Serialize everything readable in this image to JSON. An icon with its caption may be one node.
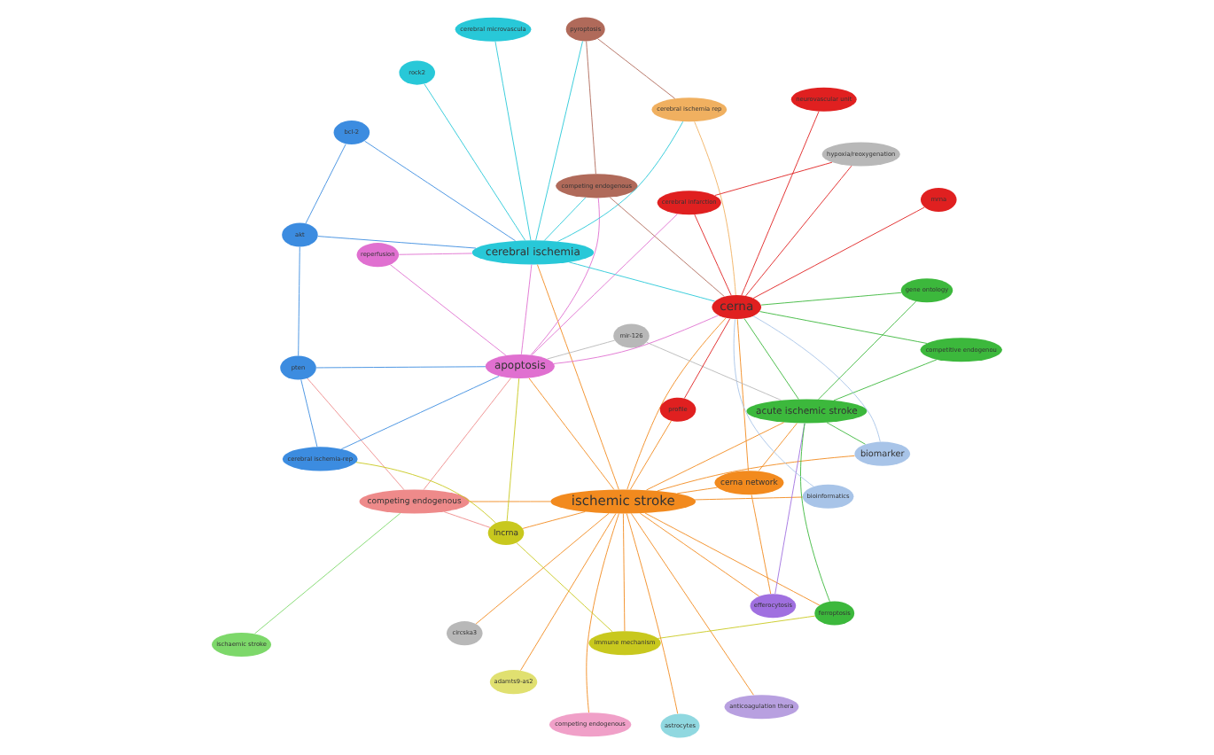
{
  "diagram": {
    "nodes": [
      {
        "text": [
          "ischemic stroke"
        ]
      },
      {
        "text": [
          "ischaemic stroke"
        ]
      },
      {
        "text": [
          "competing endogenous"
        ]
      },
      {
        "text": [
          "circska3"
        ]
      },
      {
        "text": [
          "anticoagulation thera"
        ]
      },
      {
        "text": [
          "adamts9-as2"
        ]
      },
      {
        "text": [
          "competing endogenous"
        ]
      },
      {
        "text": [
          "astrocytes"
        ]
      },
      {
        "text": [
          "cerna network"
        ]
      },
      {
        "text": [
          "efferocytosis"
        ]
      },
      {
        "text": [
          "acute ischemic stroke"
        ]
      },
      {
        "text": [
          "lncrna"
        ]
      },
      {
        "text": [
          "immune mechanism"
        ]
      },
      {
        "text": [
          "ferroptosis"
        ]
      },
      {
        "text": [
          "biomarker"
        ]
      },
      {
        "text": [
          "competitive endogenou"
        ]
      },
      {
        "text": [
          "bioinformatics"
        ]
      },
      {
        "text": [
          "gene ontology"
        ]
      },
      {
        "text": [
          "pten"
        ]
      },
      {
        "text": [
          "akt"
        ]
      },
      {
        "text": [
          "bcl-2"
        ]
      },
      {
        "text": [
          "cerebral ischemia-rep"
        ]
      },
      {
        "text": [
          "mir-126"
        ]
      },
      {
        "text": [
          "apoptosis"
        ]
      },
      {
        "text": [
          "reperfusion"
        ]
      },
      {
        "text": [
          "cerebral ischemia"
        ]
      },
      {
        "text": [
          "cerebral microvascula"
        ]
      },
      {
        "text": [
          "rock2"
        ]
      },
      {
        "text": [
          "competing endogenous"
        ]
      },
      {
        "text": [
          "pyroptosis"
        ]
      },
      {
        "text": [
          "cerebral ischemia rep"
        ]
      },
      {
        "text": [
          "cerna"
        ]
      },
      {
        "text": [
          "neurovascular unit"
        ]
      },
      {
        "text": [
          "profile"
        ]
      },
      {
        "text": [
          "mrna"
        ]
      },
      {
        "text": [
          "cerebral infarction"
        ]
      },
      {
        "text": [
          "hypoxia/reoxygenation"
        ]
      }
    ],
    "edges": [
      {
        "from": 0,
        "to": 2,
        "arrow": "none",
        "color": "#f28a1e"
      },
      {
        "from": 0,
        "to": 3,
        "arrow": "none",
        "color": "#f28a1e"
      },
      {
        "from": 0,
        "to": 4,
        "arrow": "none",
        "color": "#f28a1e"
      },
      {
        "from": 0,
        "to": 5,
        "arrow": "none",
        "color": "#f28a1e"
      },
      {
        "from": 0,
        "to": 6,
        "arrow": "none",
        "color": "#f28a1e"
      },
      {
        "from": 0,
        "to": 7,
        "arrow": "none",
        "color": "#f28a1e"
      },
      {
        "from": 0,
        "to": 8,
        "arrow": "none",
        "color": "#f28a1e"
      },
      {
        "from": 0,
        "to": 9,
        "arrow": "none",
        "color": "#f28a1e"
      },
      {
        "from": 0,
        "to": 10,
        "arrow": "none",
        "color": "#f28a1e"
      },
      {
        "from": 0,
        "to": 11,
        "arrow": "none",
        "color": "#f28a1e"
      },
      {
        "from": 0,
        "to": 12,
        "arrow": "none",
        "color": "#f28a1e"
      },
      {
        "from": 0,
        "to": 13,
        "arrow": "none",
        "color": "#f28a1e"
      },
      {
        "from": 0,
        "to": 14,
        "arrow": "none",
        "color": "#f28a1e"
      },
      {
        "from": 0,
        "to": 16,
        "arrow": "none",
        "color": "#f28a1e"
      },
      {
        "from": 0,
        "to": 23,
        "arrow": "none",
        "color": "#f28a1e"
      },
      {
        "from": 0,
        "to": 25,
        "arrow": "none",
        "color": "#f28a1e"
      },
      {
        "from": 0,
        "to": 31,
        "arrow": "none",
        "color": "#f28a1e"
      },
      {
        "from": 0,
        "to": 33,
        "arrow": "none",
        "color": "#f28a1e"
      },
      {
        "from": 1,
        "to": 2,
        "arrow": "none",
        "color": "#7dd86a"
      },
      {
        "from": 2,
        "to": 11,
        "arrow": "none",
        "color": "#ee8a8a"
      },
      {
        "from": 2,
        "to": 23,
        "arrow": "none",
        "color": "#ee8a8a"
      },
      {
        "from": 2,
        "to": 18,
        "arrow": "none",
        "color": "#ee8a8a"
      },
      {
        "from": 8,
        "to": 9,
        "arrow": "none",
        "color": "#f28a1e"
      },
      {
        "from": 8,
        "to": 10,
        "arrow": "none",
        "color": "#f28a1e"
      },
      {
        "from": 8,
        "to": 31,
        "arrow": "none",
        "color": "#f28a1e"
      },
      {
        "from": 9,
        "to": 10,
        "arrow": "none",
        "color": "#a070e0"
      },
      {
        "from": 10,
        "to": 13,
        "arrow": "none",
        "color": "#3cb83c"
      },
      {
        "from": 10,
        "to": 14,
        "arrow": "none",
        "color": "#3cb83c"
      },
      {
        "from": 10,
        "to": 15,
        "arrow": "none",
        "color": "#3cb83c"
      },
      {
        "from": 10,
        "to": 17,
        "arrow": "none",
        "color": "#3cb83c"
      },
      {
        "from": 10,
        "to": 31,
        "arrow": "none",
        "color": "#3cb83c"
      },
      {
        "from": 11,
        "to": 12,
        "arrow": "none",
        "color": "#c8c81e"
      },
      {
        "from": 11,
        "to": 21,
        "arrow": "none",
        "color": "#c8c81e"
      },
      {
        "from": 11,
        "to": 23,
        "arrow": "none",
        "color": "#c8c81e"
      },
      {
        "from": 12,
        "to": 13,
        "arrow": "none",
        "color": "#c8c81e"
      },
      {
        "from": 14,
        "to": 31,
        "arrow": "none",
        "color": "#a8c4e8"
      },
      {
        "from": 15,
        "to": 31,
        "arrow": "none",
        "color": "#3cb83c"
      },
      {
        "from": 16,
        "to": 31,
        "arrow": "none",
        "color": "#a8c4e8"
      },
      {
        "from": 17,
        "to": 31,
        "arrow": "none",
        "color": "#3cb83c"
      },
      {
        "from": 18,
        "to": 19,
        "arrow": "none",
        "color": "#3c8ce0"
      },
      {
        "from": 18,
        "to": 21,
        "arrow": "none",
        "color": "#3c8ce0"
      },
      {
        "from": 18,
        "to": 23,
        "arrow": "none",
        "color": "#3c8ce0"
      },
      {
        "from": 19,
        "to": 20,
        "arrow": "none",
        "color": "#3c8ce0"
      },
      {
        "from": 19,
        "to": 25,
        "arrow": "none",
        "color": "#3c8ce0"
      },
      {
        "from": 20,
        "to": 25,
        "arrow": "none",
        "color": "#3c8ce0"
      },
      {
        "from": 21,
        "to": 23,
        "arrow": "none",
        "color": "#3c8ce0"
      },
      {
        "from": 22,
        "to": 23,
        "arrow": "none",
        "color": "#b8b8b8"
      },
      {
        "from": 22,
        "to": 10,
        "arrow": "none",
        "color": "#b8b8b8"
      },
      {
        "from": 23,
        "to": 24,
        "arrow": "none",
        "color": "#e070d0"
      },
      {
        "from": 23,
        "to": 25,
        "arrow": "none",
        "color": "#e070d0"
      },
      {
        "from": 23,
        "to": 28,
        "arrow": "none",
        "color": "#e070d0"
      },
      {
        "from": 23,
        "to": 31,
        "arrow": "none",
        "color": "#e070d0"
      },
      {
        "from": 23,
        "to": 35,
        "arrow": "none",
        "color": "#e070d0"
      },
      {
        "from": 24,
        "to": 25,
        "arrow": "none",
        "color": "#e070d0"
      },
      {
        "from": 25,
        "to": 26,
        "arrow": "none",
        "color": "#28c8d8"
      },
      {
        "from": 25,
        "to": 27,
        "arrow": "none",
        "color": "#28c8d8"
      },
      {
        "from": 25,
        "to": 28,
        "arrow": "none",
        "color": "#28c8d8"
      },
      {
        "from": 25,
        "to": 29,
        "arrow": "none",
        "color": "#28c8d8"
      },
      {
        "from": 25,
        "to": 30,
        "arrow": "none",
        "color": "#28c8d8"
      },
      {
        "from": 25,
        "to": 31,
        "arrow": "none",
        "color": "#28c8d8"
      },
      {
        "from": 28,
        "to": 29,
        "arrow": "none",
        "color": "#b06a5a"
      },
      {
        "from": 28,
        "to": 31,
        "arrow": "none",
        "color": "#b06a5a"
      },
      {
        "from": 29,
        "to": 30,
        "arrow": "none",
        "color": "#b06a5a"
      },
      {
        "from": 30,
        "to": 31,
        "arrow": "none",
        "color": "#f0b060"
      },
      {
        "from": 31,
        "to": 32,
        "arrow": "none",
        "color": "#e02020"
      },
      {
        "from": 31,
        "to": 33,
        "arrow": "none",
        "color": "#e02020"
      },
      {
        "from": 31,
        "to": 34,
        "arrow": "none",
        "color": "#e02020"
      },
      {
        "from": 31,
        "to": 35,
        "arrow": "none",
        "color": "#e02020"
      },
      {
        "from": 31,
        "to": 36,
        "arrow": "none",
        "color": "#e02020"
      },
      {
        "from": 35,
        "to": 36,
        "arrow": "none",
        "color": "#e02020"
      }
    ]
  }
}
